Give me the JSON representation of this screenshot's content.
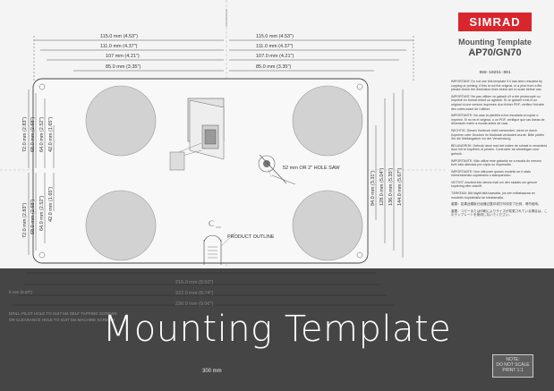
{
  "brand": {
    "logo": "SIMRAD",
    "color": "#d9262c"
  },
  "template": {
    "title": "Mounting Template",
    "model": "AP70/GN70",
    "code": "988-10251-001"
  },
  "dims_top": [
    "115.0 mm (4.53\")",
    "111.0 mm (4.37\")",
    "107 mm (4.21\")",
    "85.0 mm (3.35\")"
  ],
  "dims_top_right": [
    "115.0 mm (4.53\")",
    "111.0 mm (4.37\")",
    "107.0 mm (4.21\")",
    "85.0 mm (3.35\")"
  ],
  "dims_left": [
    "72.0 mm (2.83\")",
    "68.0 mm (2.68\")",
    "64.0 mm (2.52\")",
    "42.0 mm (1.65\")"
  ],
  "dims_left_bottom": [
    "42.0 mm (1.65\")",
    "64.0 mm (2.52\")",
    "68.0 mm (2.68\")",
    "72.0 mm (2.83\")"
  ],
  "dims_right": [
    "84.0 mm (3.31\")",
    "128.0 mm (5.04\")",
    "136.0 mm (5.35\")",
    "144.0 mm (5.67\")"
  ],
  "dims_bottom": [
    "216.0 mm (8.50\")",
    "222.0 mm (8.74\")",
    "230.0 mm (9.06\")"
  ],
  "hole_saw": "52 mm OR 2\" HOLE SAW",
  "product_outline": "PRODUCT OUTLINE",
  "drill_label": "5 mm (0.20\")",
  "drill_note": "DRILL PILOT HOLE TO SUIT M4 SELF TAPPING SCREWS",
  "clearance_note": "OR CLEARANCE HOLE TO SUIT M4 MACHINE SCREWS",
  "ruler": {
    "label": "300 mm"
  },
  "note_box": {
    "title": "NOTE:",
    "line1": "DO NOT SCALE",
    "line2": "PRINT 1:1"
  },
  "banner": {
    "title": "Mounting Template"
  },
  "notes": [
    "IMPORTANT: Do not use this template if it has been rescaled by copying or printing. If this is not the original, or a print from a file, please check the dimension lines below are to scale before use.",
    "IMPORTANT: Ne pas utiliser ce gabarit s'il a été photocopié ou imprimé en format réduit ou agrandi. Si ce gabarit n'est ni un original ni une version imprimée d'un fichier PDF, vérifiez l'échelle des cotes avant de l'utiliser.",
    "IMPORTANTE: No usar la plantilla si fue escalada al copiar o imprimir. Si no es el original, o un PDF, verifique que las líneas de dimensión estén a escala antes de usar.",
    "WICHTIG: Diesen Vordruck nicht verwenden, wenn er durch Kopieren oder Drucken im Maßstab verändert wurde. Bitte prüfen Sie die Maßangaben vor der Verwendung.",
    "BELANGRIJK: Gebruik deze mal niet indien de schaal is veranderd door het te kopiëren of printen. Controleer de afmetingen voor gebruik.",
    "IMPORTANTE: Não utilize este gabarito se a escala do mesmo tiver sido alterada por cópia ou impressão.",
    "IMPORTANTE: Non utilizzare questo modello se è stato ridimensionato copiandolo o stampandolo.",
    "VIKTIGT: Använd inte denna mall om den skalats om genom kopiering eller utskrift.",
    "TÄRKEÄÄ: Älä käytä tätä kaavaita, jos sen mittakaavaa on muutettu kopioimalla tai tulostamalla.",
    "重要：如果此模板已经通过复印或打印改变了比例，请勿使用。",
    "重要：コピーまたは印刷によりサイズが変更されている場合は、このテンプレートを使用しないでください。"
  ]
}
